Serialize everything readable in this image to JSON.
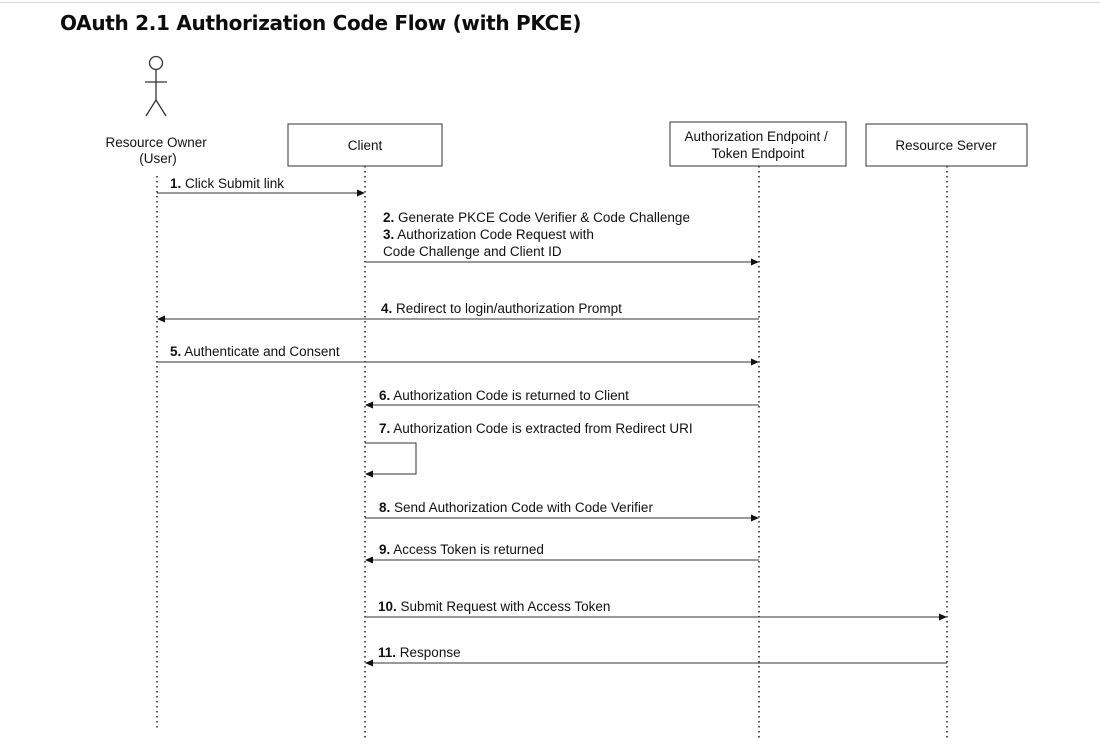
{
  "title": "OAuth 2.1 Authorization Code Flow (with PKCE)",
  "participants": {
    "resource_owner": [
      "Resource Owner",
      "(User)"
    ],
    "client": [
      "Client"
    ],
    "auth_server": [
      "Authorization Endpoint /",
      "Token Endpoint"
    ],
    "resource_server": [
      "Resource Server"
    ]
  },
  "messages": [
    {
      "number": "1.",
      "lines": [
        "Click Submit link"
      ]
    },
    {
      "number": "2.",
      "lines": [
        "Generate PKCE Code Verifier & Code Challenge"
      ]
    },
    {
      "number": "3.",
      "lines": [
        "Authorization Code Request with",
        "Code Challenge and Client ID"
      ]
    },
    {
      "number": "4.",
      "lines": [
        "Redirect to login/authorization Prompt"
      ]
    },
    {
      "number": "5.",
      "lines": [
        "Authenticate and Consent"
      ]
    },
    {
      "number": "6.",
      "lines": [
        "Authorization Code is returned to Client"
      ]
    },
    {
      "number": "7.",
      "lines": [
        "Authorization Code is extracted from Redirect URI"
      ]
    },
    {
      "number": "8.",
      "lines": [
        "Send Authorization Code with Code Verifier"
      ]
    },
    {
      "number": "9.",
      "lines": [
        "Access Token is returned"
      ]
    },
    {
      "number": "10.",
      "lines": [
        "Submit Request with Access Token"
      ]
    },
    {
      "number": "11.",
      "lines": [
        "Response"
      ]
    }
  ]
}
